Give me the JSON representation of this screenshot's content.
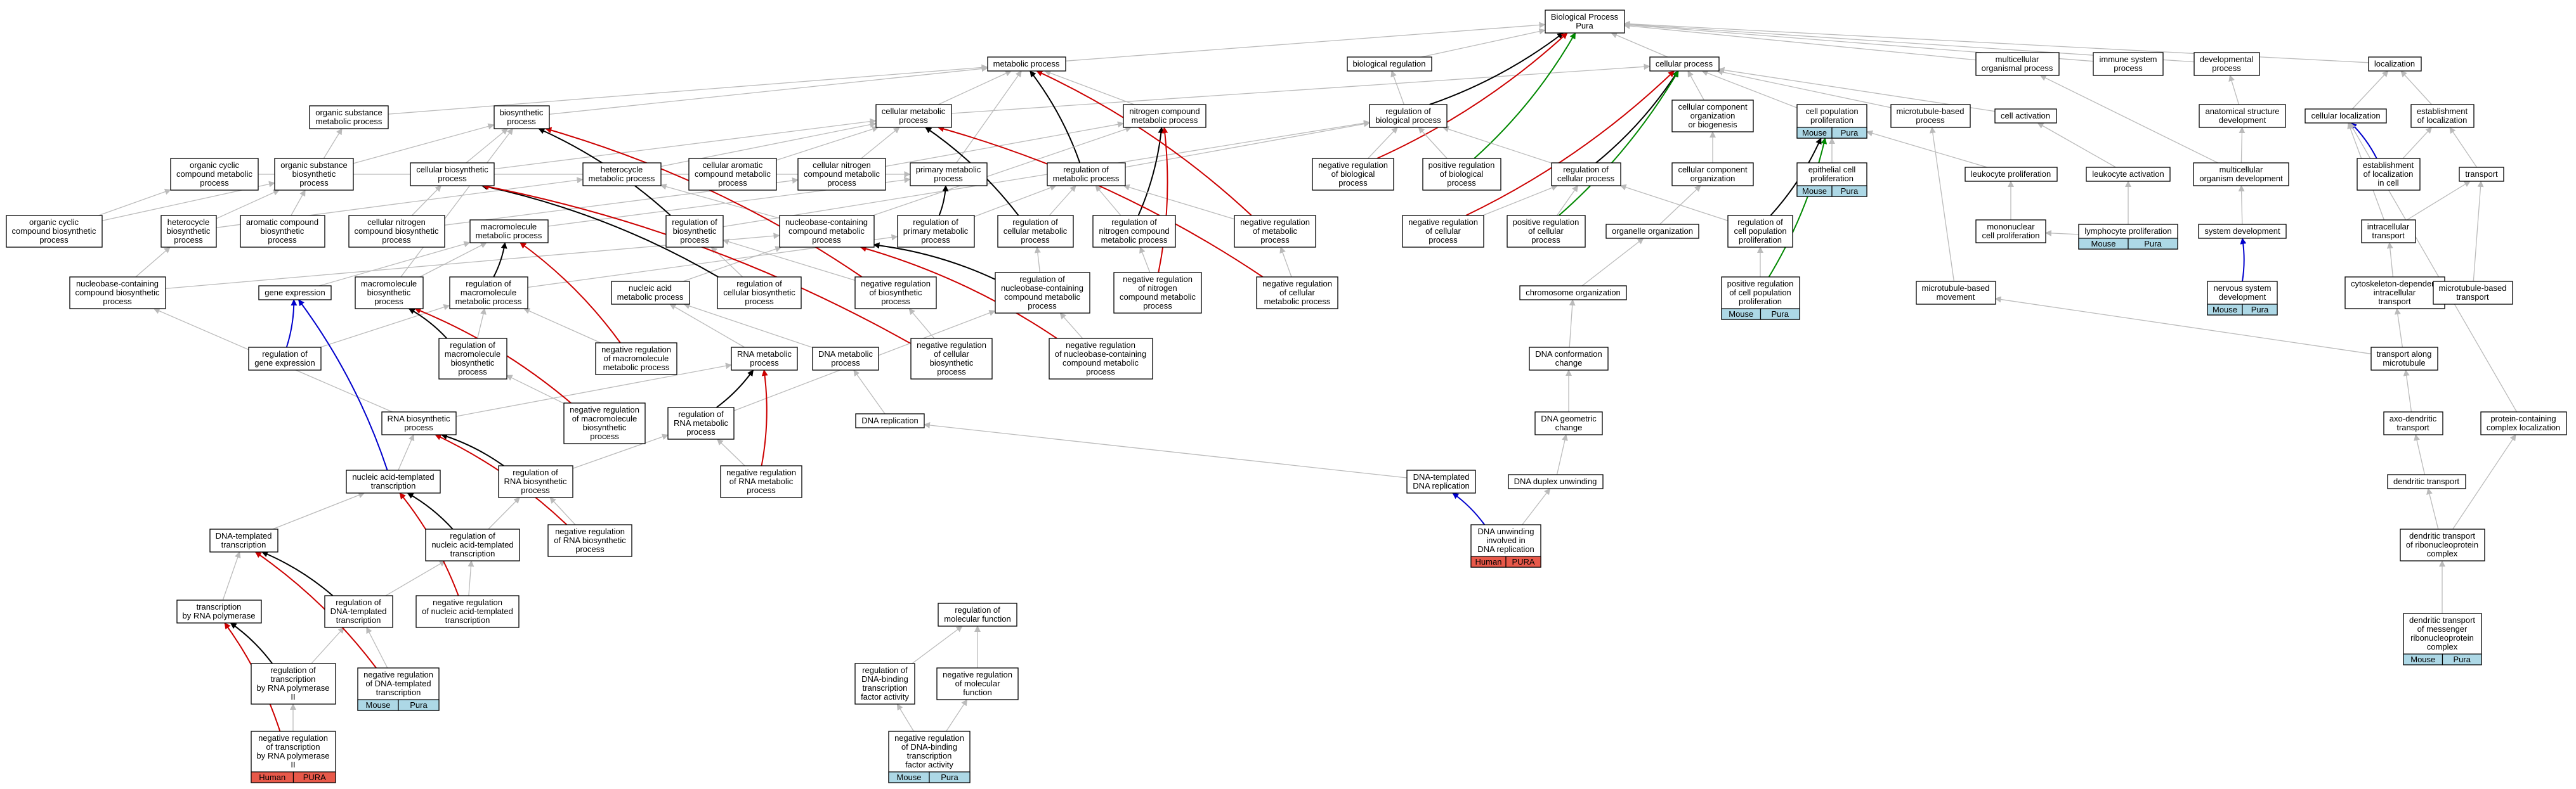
{
  "title": "",
  "colors": {
    "is_a": "#bbbbbb",
    "regulates": "#000000",
    "negatively_regulates": "#cc0000",
    "positively_regulates": "#008800",
    "part_of": "#0000cc",
    "human_tag": "#e8594a",
    "mouse_tag": "#add8e6"
  },
  "nodes": {
    "n_bp": [
      "Biological Process",
      "Pura"
    ],
    "n_mp": [
      "metabolic process"
    ],
    "n_br": [
      "biological regulation"
    ],
    "n_cp": [
      "cellular process"
    ],
    "n_mop": [
      "multicellular",
      "organismal process"
    ],
    "n_isp": [
      "immune system",
      "process"
    ],
    "n_dp": [
      "developmental",
      "process"
    ],
    "n_loc": [
      "localization"
    ],
    "n_osmp": [
      "organic substance",
      "metabolic process"
    ],
    "n_bsp": [
      "biosynthetic",
      "process"
    ],
    "n_cmp": [
      "cellular metabolic",
      "process"
    ],
    "n_ncmp": [
      "nitrogen compound",
      "metabolic process"
    ],
    "n_robp": [
      "regulation of",
      "biological process"
    ],
    "n_ccob": [
      "cellular component",
      "organization",
      "or biogenesis"
    ],
    "n_cpp": [
      "cell population",
      "proliferation"
    ],
    "n_mbp": [
      "microtubule-based",
      "process"
    ],
    "n_cact": [
      "cell activation"
    ],
    "n_asd": [
      "anatomical structure",
      "development"
    ],
    "n_cloc": [
      "cellular localization"
    ],
    "n_eol": [
      "establishment",
      "of localization"
    ],
    "n_occmp": [
      "organic cyclic",
      "compound metabolic",
      "process"
    ],
    "n_osbp": [
      "organic substance",
      "biosynthetic",
      "process"
    ],
    "n_cbp": [
      "cellular biosynthetic",
      "process"
    ],
    "n_hmp": [
      "heterocycle",
      "metabolic process"
    ],
    "n_cacmp": [
      "cellular aromatic",
      "compound metabolic",
      "process"
    ],
    "n_cncmp": [
      "cellular nitrogen",
      "compound metabolic",
      "process"
    ],
    "n_pmp": [
      "primary metabolic",
      "process"
    ],
    "n_rmp": [
      "regulation of",
      "metabolic process"
    ],
    "n_nrbp": [
      "negative regulation",
      "of biological",
      "process"
    ],
    "n_prbp": [
      "positive regulation",
      "of biological",
      "process"
    ],
    "n_rcp": [
      "regulation of",
      "cellular process"
    ],
    "n_cco": [
      "cellular component",
      "organization"
    ],
    "n_ecp": [
      "epithelial cell",
      "proliferation"
    ],
    "n_lp": [
      "leukocyte proliferation"
    ],
    "n_la": [
      "leukocyte activation"
    ],
    "n_mod": [
      "multicellular",
      "organism development"
    ],
    "n_eolc": [
      "establishment",
      "of localization",
      "in cell"
    ],
    "n_tr": [
      "transport"
    ],
    "n_occbp": [
      "organic cyclic",
      "compound biosynthetic",
      "process"
    ],
    "n_hbp": [
      "heterocycle",
      "biosynthetic",
      "process"
    ],
    "n_acbp": [
      "aromatic compound",
      "biosynthetic",
      "process"
    ],
    "n_cncbp": [
      "cellular nitrogen",
      "compound biosynthetic",
      "process"
    ],
    "n_macmp": [
      "macromolecule",
      "metabolic process"
    ],
    "n_rbp": [
      "regulation of",
      "biosynthetic",
      "process"
    ],
    "n_nccmp": [
      "nucleobase-containing",
      "compound metabolic",
      "process"
    ],
    "n_rpmp": [
      "regulation of",
      "primary metabolic",
      "process"
    ],
    "n_rcmp": [
      "regulation of",
      "cellular metabolic",
      "process"
    ],
    "n_rncmp": [
      "regulation of",
      "nitrogen compound",
      "metabolic process"
    ],
    "n_nrmp": [
      "negative regulation",
      "of metabolic",
      "process"
    ],
    "n_nrcp": [
      "negative regulation",
      "of cellular",
      "process"
    ],
    "n_prcp": [
      "positive regulation",
      "of cellular",
      "process"
    ],
    "n_oo": [
      "organelle organization"
    ],
    "n_rcpp": [
      "regulation of",
      "cell population",
      "proliferation"
    ],
    "n_mcp": [
      "mononuclear",
      "cell proliferation"
    ],
    "n_lyp": [
      "lymphocyte proliferation"
    ],
    "n_sd": [
      "system development"
    ],
    "n_it": [
      "intracellular",
      "transport"
    ],
    "n_ncbp": [
      "nucleobase-containing",
      "compound biosynthetic",
      "process"
    ],
    "n_ge": [
      "gene expression"
    ],
    "n_mabp": [
      "macromolecule",
      "biosynthetic",
      "process"
    ],
    "n_rmmp": [
      "regulation of",
      "macromolecule",
      "metabolic process"
    ],
    "n_nam": [
      "nucleic acid",
      "metabolic process"
    ],
    "n_rcbp": [
      "regulation of",
      "cellular biosynthetic",
      "process"
    ],
    "n_nrbsp": [
      "negative regulation",
      "of biosynthetic",
      "process"
    ],
    "n_rnccmp": [
      "regulation of",
      "nucleobase-containing",
      "compound metabolic",
      "process"
    ],
    "n_nrncmp": [
      "negative regulation",
      "of nitrogen",
      "compound metabolic",
      "process"
    ],
    "n_nrcmp": [
      "negative regulation",
      "of cellular",
      "metabolic process"
    ],
    "n_co": [
      "chromosome organization"
    ],
    "n_prcpp": [
      "positive regulation",
      "of cell population",
      "proliferation"
    ],
    "n_mbm": [
      "microtubule-based",
      "movement"
    ],
    "n_nsd": [
      "nervous system",
      "development"
    ],
    "n_cdit": [
      "cytoskeleton-dependent",
      "intracellular",
      "transport"
    ],
    "n_mbt": [
      "microtubule-based",
      "transport"
    ],
    "n_rge": [
      "regulation of",
      "gene expression"
    ],
    "n_rmbp": [
      "regulation of",
      "macromolecule",
      "biosynthetic",
      "process"
    ],
    "n_nrmmp": [
      "negative regulation",
      "of macromolecule",
      "metabolic process"
    ],
    "n_rnamp": [
      "RNA metabolic",
      "process"
    ],
    "n_dnamp": [
      "DNA metabolic",
      "process"
    ],
    "n_nrcbp": [
      "negative regulation",
      "of cellular",
      "biosynthetic",
      "process"
    ],
    "n_nrnccmp": [
      "negative regulation",
      "of nucleobase-containing",
      "compound metabolic",
      "process"
    ],
    "n_dnac": [
      "DNA conformation",
      "change"
    ],
    "n_tam": [
      "transport along",
      "microtubule"
    ],
    "n_rnabp": [
      "RNA biosynthetic",
      "process"
    ],
    "n_nrmbp": [
      "negative regulation",
      "of macromolecule",
      "biosynthetic",
      "process"
    ],
    "n_rrnamp": [
      "regulation of",
      "RNA metabolic",
      "process"
    ],
    "n_dnarep": [
      "DNA replication"
    ],
    "n_dnagc": [
      "DNA geometric",
      "change"
    ],
    "n_adt": [
      "axo-dendritic",
      "transport"
    ],
    "n_pcl": [
      "protein-containing",
      "complex localization"
    ],
    "n_natt": [
      "nucleic acid-templated",
      "transcription"
    ],
    "n_rrnabp": [
      "regulation of",
      "RNA biosynthetic",
      "process"
    ],
    "n_nrrnamp": [
      "negative regulation",
      "of RNA metabolic",
      "process"
    ],
    "n_dntr": [
      "DNA-templated",
      "DNA replication"
    ],
    "n_dndu": [
      "DNA duplex unwinding"
    ],
    "n_dt": [
      "dendritic transport"
    ],
    "n_dtt": [
      "DNA-templated",
      "transcription"
    ],
    "n_rnatt": [
      "regulation of",
      "nucleic acid-templated",
      "transcription"
    ],
    "n_nrrnabp": [
      "negative regulation",
      "of RNA biosynthetic",
      "process"
    ],
    "n_dnau": [
      "DNA unwinding",
      "involved in",
      "DNA replication"
    ],
    "n_dtrc": [
      "dendritic transport",
      "of ribonucleoprotein",
      "complex"
    ],
    "n_tbrp": [
      "transcription",
      "by RNA polymerase"
    ],
    "n_rdtt": [
      "regulation of",
      "DNA-templated",
      "transcription"
    ],
    "n_nrnatt": [
      "negative regulation",
      "of nucleic acid-templated",
      "transcription"
    ],
    "n_rmf": [
      "regulation of",
      "molecular function"
    ],
    "n_rtrp": [
      "regulation of",
      "transcription",
      "by RNA polymerase",
      "II"
    ],
    "n_nrdtt": [
      "negative regulation",
      "of DNA-templated",
      "transcription"
    ],
    "n_rdbtf": [
      "regulation of",
      "DNA-binding",
      "transcription",
      "factor activity"
    ],
    "n_nrmf": [
      "negative regulation",
      "of molecular",
      "function"
    ],
    "n_dtmrc": [
      "dendritic transport",
      "of messenger",
      "ribonucleoprotein",
      "complex"
    ],
    "n_nrtrp": [
      "negative regulation",
      "of transcription",
      "by RNA polymerase",
      "II"
    ],
    "n_nrdbtf": [
      "negative regulation",
      "of DNA-binding",
      "transcription",
      "factor activity"
    ]
  },
  "tags": {
    "n_cpp": [
      "Mouse",
      "Pura"
    ],
    "n_ecp": [
      "Mouse",
      "Pura"
    ],
    "n_prcpp": [
      "Mouse",
      "Pura"
    ],
    "n_lyp": [
      "Mouse",
      "Pura"
    ],
    "n_nsd": [
      "Mouse",
      "Pura"
    ],
    "n_dtmrc": [
      "Mouse",
      "Pura"
    ],
    "n_dnau": [
      "Human",
      "PURA"
    ],
    "n_nrdtt": [
      "Mouse",
      "Pura"
    ],
    "n_nrdbtf": [
      "Mouse",
      "Pura"
    ],
    "n_nrtrp": [
      "Human",
      "PURA"
    ]
  },
  "edges": [
    [
      "n_mp",
      "n_bp",
      "is_a"
    ],
    [
      "n_br",
      "n_bp",
      "is_a"
    ],
    [
      "n_cp",
      "n_bp",
      "is_a"
    ],
    [
      "n_mop",
      "n_bp",
      "is_a"
    ],
    [
      "n_isp",
      "n_bp",
      "is_a"
    ],
    [
      "n_dp",
      "n_bp",
      "is_a"
    ],
    [
      "n_loc",
      "n_bp",
      "is_a"
    ],
    [
      "n_osmp",
      "n_mp",
      "is_a"
    ],
    [
      "n_bsp",
      "n_mp",
      "is_a"
    ],
    [
      "n_cmp",
      "n_mp",
      "is_a"
    ],
    [
      "n_cmp",
      "n_cp",
      "is_a"
    ],
    [
      "n_ncmp",
      "n_mp",
      "is_a"
    ],
    [
      "n_robp",
      "n_br",
      "is_a"
    ],
    [
      "n_robp",
      "n_bp",
      "regulates"
    ],
    [
      "n_ccob",
      "n_cp",
      "is_a"
    ],
    [
      "n_cpp",
      "n_cp",
      "is_a"
    ],
    [
      "n_mbp",
      "n_cp",
      "is_a"
    ],
    [
      "n_cact",
      "n_cp",
      "is_a"
    ],
    [
      "n_asd",
      "n_dp",
      "is_a"
    ],
    [
      "n_cloc",
      "n_loc",
      "is_a"
    ],
    [
      "n_eol",
      "n_loc",
      "is_a"
    ],
    [
      "n_occmp",
      "n_pmp",
      "is_a"
    ],
    [
      "n_osbp",
      "n_osmp",
      "is_a"
    ],
    [
      "n_osbp",
      "n_bsp",
      "is_a"
    ],
    [
      "n_cbp",
      "n_bsp",
      "is_a"
    ],
    [
      "n_cbp",
      "n_cmp",
      "is_a"
    ],
    [
      "n_hmp",
      "n_cmp",
      "is_a"
    ],
    [
      "n_cacmp",
      "n_cmp",
      "is_a"
    ],
    [
      "n_cncmp",
      "n_cmp",
      "is_a"
    ],
    [
      "n_cncmp",
      "n_ncmp",
      "is_a"
    ],
    [
      "n_pmp",
      "n_mp",
      "is_a"
    ],
    [
      "n_rmp",
      "n_robp",
      "is_a"
    ],
    [
      "n_rmp",
      "n_mp",
      "regulates"
    ],
    [
      "n_nrbp",
      "n_robp",
      "is_a"
    ],
    [
      "n_nrbp",
      "n_bp",
      "negatively_regulates"
    ],
    [
      "n_prbp",
      "n_robp",
      "is_a"
    ],
    [
      "n_prbp",
      "n_bp",
      "positively_regulates"
    ],
    [
      "n_rcp",
      "n_robp",
      "is_a"
    ],
    [
      "n_rcp",
      "n_cp",
      "regulates"
    ],
    [
      "n_cco",
      "n_ccob",
      "is_a"
    ],
    [
      "n_ecp",
      "n_cpp",
      "is_a"
    ],
    [
      "n_lp",
      "n_cpp",
      "is_a"
    ],
    [
      "n_la",
      "n_cact",
      "is_a"
    ],
    [
      "n_mod",
      "n_asd",
      "is_a"
    ],
    [
      "n_mod",
      "n_mop",
      "is_a"
    ],
    [
      "n_eolc",
      "n_eol",
      "is_a"
    ],
    [
      "n_eolc",
      "n_cloc",
      "part_of"
    ],
    [
      "n_tr",
      "n_eol",
      "is_a"
    ],
    [
      "n_occbp",
      "n_occmp",
      "is_a"
    ],
    [
      "n_occbp",
      "n_osbp",
      "is_a"
    ],
    [
      "n_hbp",
      "n_hmp",
      "is_a"
    ],
    [
      "n_hbp",
      "n_osbp",
      "is_a"
    ],
    [
      "n_acbp",
      "n_osbp",
      "is_a"
    ],
    [
      "n_cncbp",
      "n_cncmp",
      "is_a"
    ],
    [
      "n_cncbp",
      "n_cbp",
      "is_a"
    ],
    [
      "n_macmp",
      "n_pmp",
      "is_a"
    ],
    [
      "n_rbp",
      "n_robp",
      "is_a"
    ],
    [
      "n_rbp",
      "n_bsp",
      "regulates"
    ],
    [
      "n_nccmp",
      "n_ncmp",
      "is_a"
    ],
    [
      "n_nccmp",
      "n_hmp",
      "is_a"
    ],
    [
      "n_rpmp",
      "n_rmp",
      "is_a"
    ],
    [
      "n_rpmp",
      "n_pmp",
      "regulates"
    ],
    [
      "n_rcmp",
      "n_rmp",
      "is_a"
    ],
    [
      "n_rcmp",
      "n_cmp",
      "regulates"
    ],
    [
      "n_rncmp",
      "n_rmp",
      "is_a"
    ],
    [
      "n_rncmp",
      "n_ncmp",
      "regulates"
    ],
    [
      "n_nrmp",
      "n_rmp",
      "is_a"
    ],
    [
      "n_nrmp",
      "n_mp",
      "negatively_regulates"
    ],
    [
      "n_nrcp",
      "n_rcp",
      "is_a"
    ],
    [
      "n_nrcp",
      "n_cp",
      "negatively_regulates"
    ],
    [
      "n_prcp",
      "n_rcp",
      "is_a"
    ],
    [
      "n_prcp",
      "n_cp",
      "positively_regulates"
    ],
    [
      "n_oo",
      "n_cco",
      "is_a"
    ],
    [
      "n_rcpp",
      "n_rcp",
      "is_a"
    ],
    [
      "n_rcpp",
      "n_cpp",
      "regulates"
    ],
    [
      "n_mcp",
      "n_lp",
      "is_a"
    ],
    [
      "n_lyp",
      "n_mcp",
      "is_a"
    ],
    [
      "n_lyp",
      "n_la",
      "is_a"
    ],
    [
      "n_sd",
      "n_mod",
      "is_a"
    ],
    [
      "n_it",
      "n_tr",
      "is_a"
    ],
    [
      "n_it",
      "n_cloc",
      "is_a"
    ],
    [
      "n_ncbp",
      "n_nccmp",
      "is_a"
    ],
    [
      "n_ncbp",
      "n_hbp",
      "is_a"
    ],
    [
      "n_ge",
      "n_macmp",
      "is_a"
    ],
    [
      "n_mabp",
      "n_macmp",
      "is_a"
    ],
    [
      "n_mabp",
      "n_bsp",
      "is_a"
    ],
    [
      "n_rmmp",
      "n_rpmp",
      "is_a"
    ],
    [
      "n_rmmp",
      "n_macmp",
      "regulates"
    ],
    [
      "n_nam",
      "n_nccmp",
      "is_a"
    ],
    [
      "n_rcbp",
      "n_rbp",
      "is_a"
    ],
    [
      "n_rcbp",
      "n_cbp",
      "regulates"
    ],
    [
      "n_nrbsp",
      "n_rbp",
      "is_a"
    ],
    [
      "n_nrbsp",
      "n_bsp",
      "negatively_regulates"
    ],
    [
      "n_rnccmp",
      "n_rcmp",
      "is_a"
    ],
    [
      "n_rnccmp",
      "n_nccmp",
      "regulates"
    ],
    [
      "n_nrncmp",
      "n_rncmp",
      "is_a"
    ],
    [
      "n_nrncmp",
      "n_ncmp",
      "negatively_regulates"
    ],
    [
      "n_nrcmp",
      "n_nrmp",
      "is_a"
    ],
    [
      "n_nrcmp",
      "n_cmp",
      "negatively_regulates"
    ],
    [
      "n_co",
      "n_oo",
      "is_a"
    ],
    [
      "n_prcpp",
      "n_rcpp",
      "is_a"
    ],
    [
      "n_prcpp",
      "n_cpp",
      "positively_regulates"
    ],
    [
      "n_mbm",
      "n_mbp",
      "is_a"
    ],
    [
      "n_nsd",
      "n_sd",
      "part_of"
    ],
    [
      "n_cdit",
      "n_it",
      "is_a"
    ],
    [
      "n_mbt",
      "n_tr",
      "is_a"
    ],
    [
      "n_rge",
      "n_rmmp",
      "is_a"
    ],
    [
      "n_rge",
      "n_ge",
      "part_of"
    ],
    [
      "n_rmbp",
      "n_rmmp",
      "is_a"
    ],
    [
      "n_rmbp",
      "n_mabp",
      "regulates"
    ],
    [
      "n_nrmmp",
      "n_rmmp",
      "is_a"
    ],
    [
      "n_nrmmp",
      "n_macmp",
      "negatively_regulates"
    ],
    [
      "n_rnamp",
      "n_nam",
      "is_a"
    ],
    [
      "n_dnamp",
      "n_nam",
      "is_a"
    ],
    [
      "n_nrcbp",
      "n_nrbsp",
      "is_a"
    ],
    [
      "n_nrcbp",
      "n_cbp",
      "negatively_regulates"
    ],
    [
      "n_nrnccmp",
      "n_rnccmp",
      "is_a"
    ],
    [
      "n_nrnccmp",
      "n_nccmp",
      "negatively_regulates"
    ],
    [
      "n_dnac",
      "n_co",
      "is_a"
    ],
    [
      "n_tam",
      "n_mbm",
      "is_a"
    ],
    [
      "n_tam",
      "n_cdit",
      "is_a"
    ],
    [
      "n_rnabp",
      "n_rnamp",
      "is_a"
    ],
    [
      "n_rnabp",
      "n_ncbp",
      "is_a"
    ],
    [
      "n_nrmbp",
      "n_rmbp",
      "is_a"
    ],
    [
      "n_nrmbp",
      "n_mabp",
      "negatively_regulates"
    ],
    [
      "n_rrnamp",
      "n_rnccmp",
      "is_a"
    ],
    [
      "n_rrnamp",
      "n_rnamp",
      "regulates"
    ],
    [
      "n_dnarep",
      "n_dnamp",
      "is_a"
    ],
    [
      "n_dnagc",
      "n_dnac",
      "is_a"
    ],
    [
      "n_adt",
      "n_tam",
      "is_a"
    ],
    [
      "n_pcl",
      "n_cloc",
      "is_a"
    ],
    [
      "n_natt",
      "n_rnabp",
      "is_a"
    ],
    [
      "n_natt",
      "n_ge",
      "part_of"
    ],
    [
      "n_rrnabp",
      "n_rrnamp",
      "is_a"
    ],
    [
      "n_rrnabp",
      "n_rnabp",
      "regulates"
    ],
    [
      "n_nrrnamp",
      "n_rrnamp",
      "is_a"
    ],
    [
      "n_nrrnamp",
      "n_rnamp",
      "negatively_regulates"
    ],
    [
      "n_dntr",
      "n_dnarep",
      "is_a"
    ],
    [
      "n_dndu",
      "n_dnagc",
      "is_a"
    ],
    [
      "n_dt",
      "n_adt",
      "is_a"
    ],
    [
      "n_dtt",
      "n_natt",
      "is_a"
    ],
    [
      "n_rnatt",
      "n_rrnabp",
      "is_a"
    ],
    [
      "n_rnatt",
      "n_natt",
      "regulates"
    ],
    [
      "n_nrrnabp",
      "n_rrnabp",
      "is_a"
    ],
    [
      "n_nrrnabp",
      "n_rnabp",
      "negatively_regulates"
    ],
    [
      "n_dnau",
      "n_dndu",
      "is_a"
    ],
    [
      "n_dnau",
      "n_dntr",
      "part_of"
    ],
    [
      "n_dtrc",
      "n_dt",
      "is_a"
    ],
    [
      "n_dtrc",
      "n_pcl",
      "is_a"
    ],
    [
      "n_tbrp",
      "n_dtt",
      "is_a"
    ],
    [
      "n_rdtt",
      "n_rnatt",
      "is_a"
    ],
    [
      "n_rdtt",
      "n_dtt",
      "regulates"
    ],
    [
      "n_nrnatt",
      "n_rnatt",
      "is_a"
    ],
    [
      "n_nrnatt",
      "n_natt",
      "negatively_regulates"
    ],
    [
      "n_rtrp",
      "n_rdtt",
      "is_a"
    ],
    [
      "n_rtrp",
      "n_tbrp",
      "regulates"
    ],
    [
      "n_nrdtt",
      "n_rdtt",
      "is_a"
    ],
    [
      "n_nrdtt",
      "n_dtt",
      "negatively_regulates"
    ],
    [
      "n_rdbtf",
      "n_rmf",
      "is_a"
    ],
    [
      "n_nrmf",
      "n_rmf",
      "is_a"
    ],
    [
      "n_dtmrc",
      "n_dtrc",
      "is_a"
    ],
    [
      "n_nrtrp",
      "n_rtrp",
      "is_a"
    ],
    [
      "n_nrtrp",
      "n_tbrp",
      "negatively_regulates"
    ],
    [
      "n_nrdbtf",
      "n_rdbtf",
      "is_a"
    ],
    [
      "n_nrdbtf",
      "n_nrmf",
      "is_a"
    ]
  ]
}
